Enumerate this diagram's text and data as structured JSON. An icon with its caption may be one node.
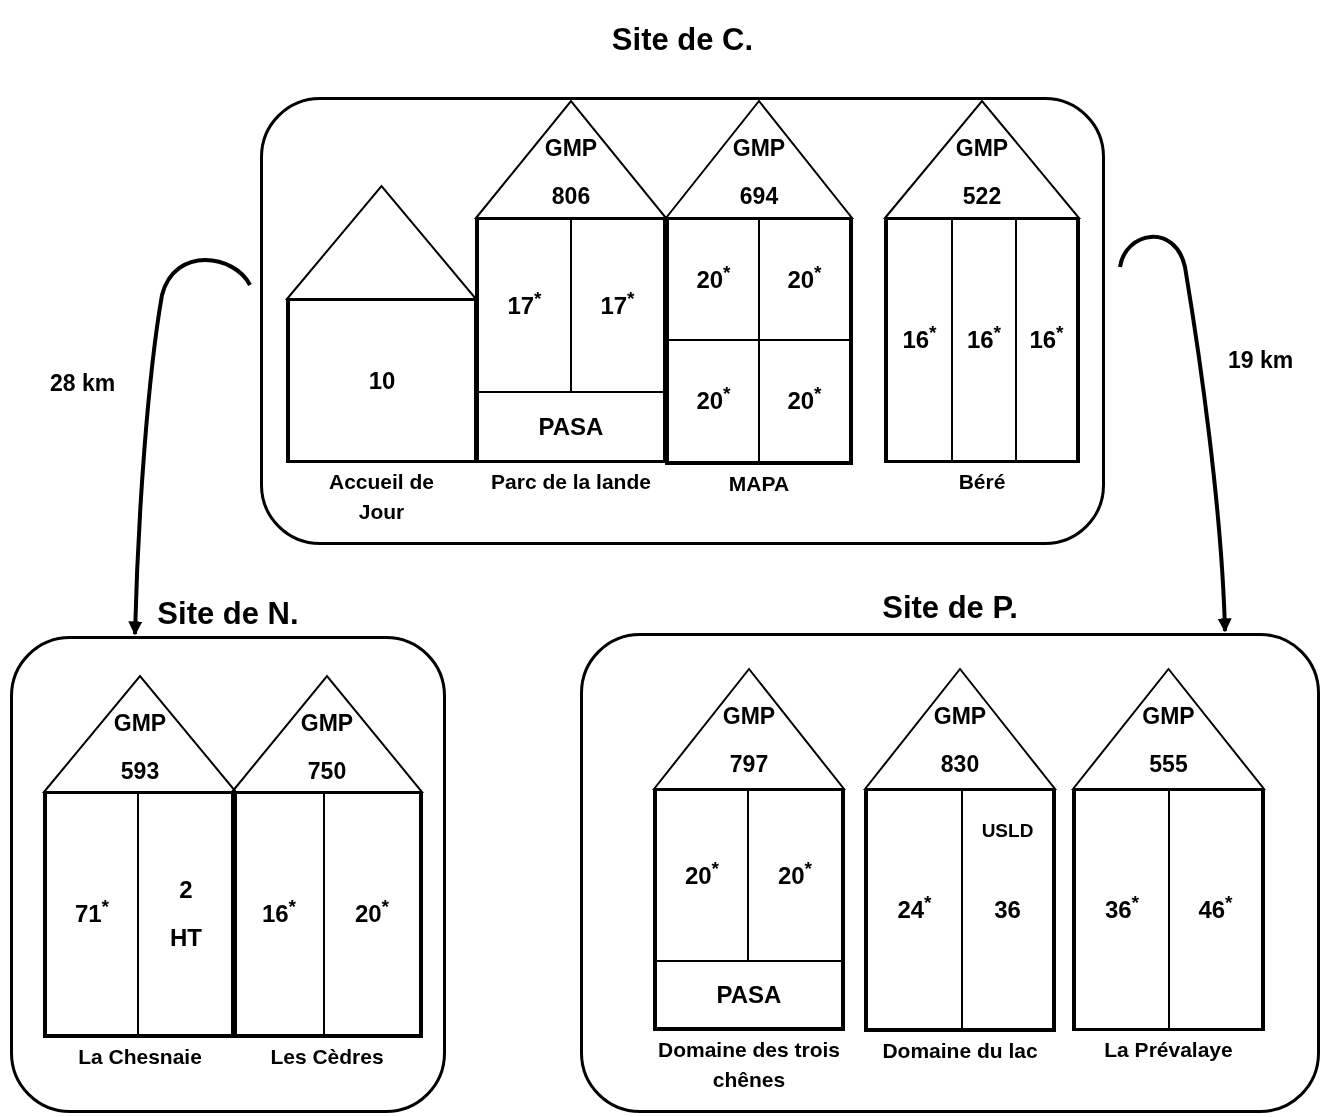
{
  "diagram": {
    "nodes": [
      {
        "text": [
          "Site de C."
        ]
      },
      {
        "text": [],
        "shape": "house",
        "beside": [
          "Accueil de Jour"
        ],
        "in": 0
      },
      {
        "text": [
          "10"
        ],
        "in": 1
      },
      {
        "text": [
          "GMP 806"
        ],
        "beside": [
          "Parc de la lande"
        ],
        "in": 0
      },
      {
        "text": [
          "17$^{*}$"
        ],
        "in": 3
      },
      {
        "text": [
          "17$^{*}$"
        ],
        "in": 3
      },
      {
        "text": [
          "PASA"
        ],
        "in": 3
      },
      {
        "text": [
          "GMP 694"
        ],
        "beside": [
          "MAPA"
        ],
        "in": 0
      },
      {
        "text": [
          "20$^{*}$"
        ],
        "in": 7
      },
      {
        "text": [
          "20$^{*}$"
        ],
        "in": 7
      },
      {
        "text": [
          "20$^{*}$"
        ],
        "in": 7
      },
      {
        "text": [
          "20$^{*}$"
        ],
        "in": 7
      },
      {
        "text": [
          "GMP 522"
        ],
        "beside": [
          "Béré"
        ],
        "in": 0
      },
      {
        "text": [
          "16$^{*}$"
        ],
        "in": 12
      },
      {
        "text": [
          "16$^{*}$"
        ],
        "in": 12
      },
      {
        "text": [
          "16$^{*}$"
        ],
        "in": 12
      },
      {
        "text": [
          "Site de N."
        ]
      },
      {
        "text": [
          "GMP 593"
        ],
        "beside": [
          "La Chesnaie"
        ],
        "in": 16
      },
      {
        "text": [
          "71$^{*}$"
        ],
        "in": 17
      },
      {
        "text": [
          "2",
          "HT"
        ],
        "in": 17
      },
      {
        "text": [
          "GMP 750"
        ],
        "beside": [
          "Les Cèdres"
        ],
        "in": 16
      },
      {
        "text": [
          "16$^{*}$"
        ],
        "in": 20
      },
      {
        "text": [
          "20$^{*}$"
        ],
        "in": 20
      },
      {
        "text": [
          "Site de P."
        ]
      },
      {
        "text": [
          "GMP 797"
        ],
        "beside": [
          "Domaine des trois chênes"
        ],
        "in": 23
      },
      {
        "text": [
          "20$^{*}$"
        ],
        "in": 24
      },
      {
        "text": [
          "20$^{*}$"
        ],
        "in": 24
      },
      {
        "text": [
          "PASA"
        ],
        "in": 24
      },
      {
        "text": [
          "GMP 830"
        ],
        "beside": [
          "Domaine du lac"
        ],
        "in": 23
      },
      {
        "text": [
          "24$^{*}$"
        ],
        "in": 28
      },
      {
        "text": [
          "USLD",
          "36"
        ],
        "in": 28
      },
      {
        "text": [
          "GMP 555"
        ],
        "beside": [
          "La Prévalaye"
        ],
        "in": 23
      },
      {
        "text": [
          "36$^{*}$"
        ],
        "in": 31
      },
      {
        "text": [
          "46$^{*}$"
        ],
        "in": 31
      }
    ],
    "edges": [
      {
        "from": 0,
        "to": 16,
        "arrow": "to",
        "label": "28 km"
      },
      {
        "from": 0,
        "to": 23,
        "arrow": "to",
        "label": "19 km"
      }
    ]
  }
}
